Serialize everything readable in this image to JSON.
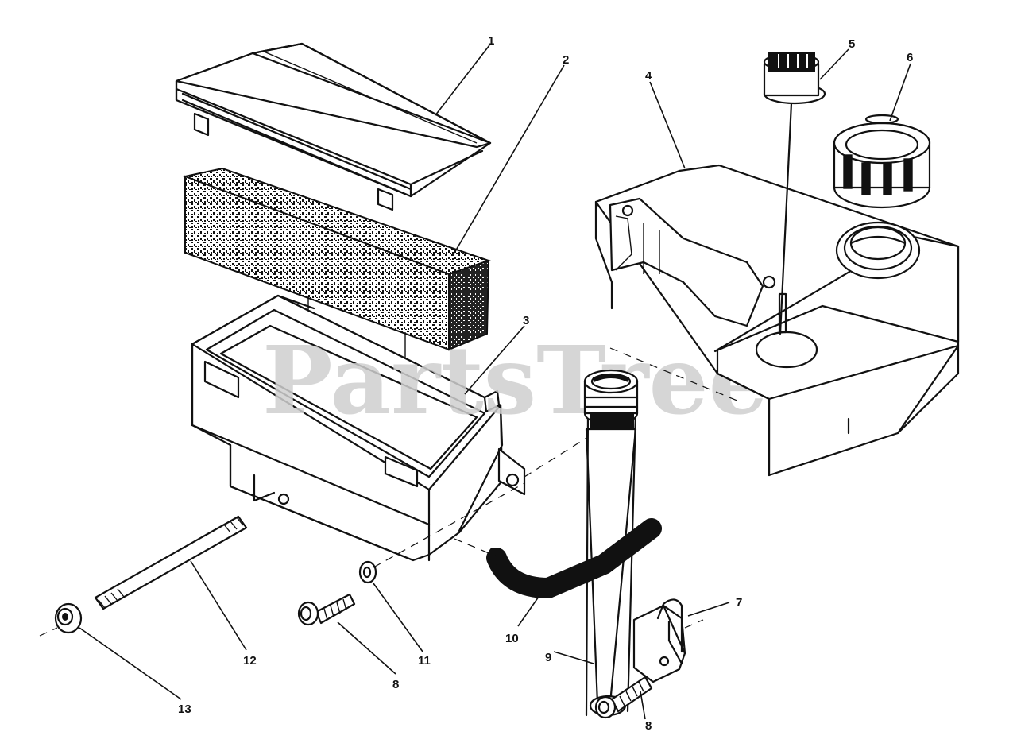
{
  "watermark": "PartsTree",
  "colors": {
    "ink": "#111111",
    "paper": "#ffffff",
    "watermark": "#cfcfcf"
  },
  "callouts": {
    "c1": "1",
    "c2": "2",
    "c3": "3",
    "c4": "4",
    "c5": "5",
    "c6": "6",
    "c7": "7",
    "c8a": "8",
    "c8b": "8",
    "c9": "9",
    "c10": "10",
    "c11": "11",
    "c12": "12",
    "c13": "13"
  }
}
